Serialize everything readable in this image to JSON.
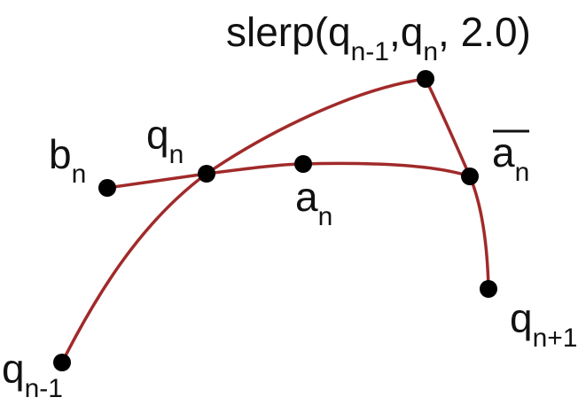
{
  "colors": {
    "curve": "#a12a2a",
    "point": "#000000",
    "text": "#111111",
    "background": "#ffffff"
  },
  "labels": {
    "slerp": {
      "prefix": "slerp(q",
      "sub1": "n-1",
      "mid": ",q",
      "sub2": "n",
      "suffix": ", 2.0)"
    },
    "b_n": {
      "main": "b",
      "sub": "n"
    },
    "q_n": {
      "main": "q",
      "sub": "n"
    },
    "a_n": {
      "main": "a",
      "sub": "n"
    },
    "a_bar_n": {
      "main": "a",
      "sub": "n"
    },
    "q_n_plus_1": {
      "main": "q",
      "sub": "n+1"
    },
    "q_n_minus_1": {
      "main": "q",
      "sub": "n-1"
    }
  },
  "points": [
    "q_n_minus_1",
    "b_n",
    "q_n",
    "a_n",
    "slerp",
    "a_bar_n",
    "q_n_plus_1"
  ]
}
